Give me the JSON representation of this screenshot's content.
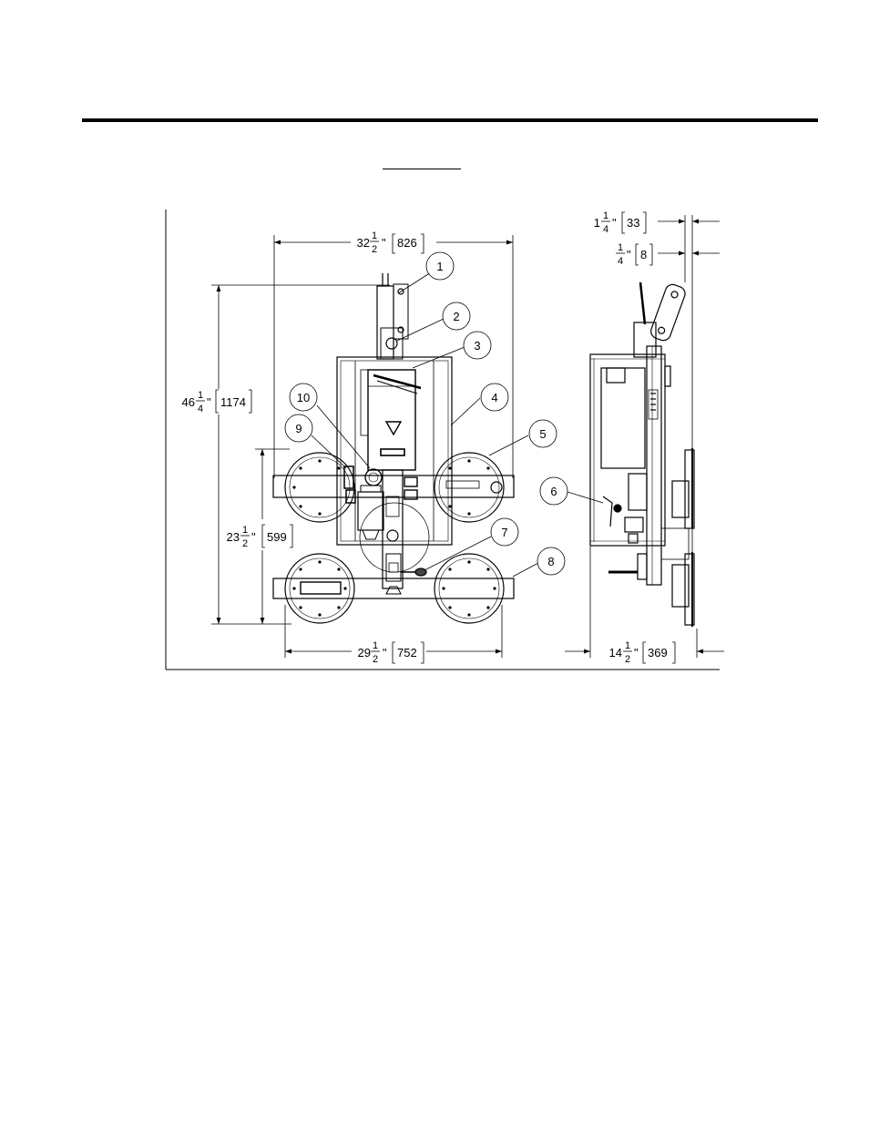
{
  "dimensions": {
    "top_width": {
      "whole": "32",
      "num": "1",
      "den": "2",
      "inch": "\"",
      "mm": "826"
    },
    "height": {
      "whole": "46",
      "num": "1",
      "den": "4",
      "inch": "\"",
      "mm": "1174"
    },
    "pad_spacing": {
      "whole": "23",
      "num": "1",
      "den": "2",
      "inch": "\"",
      "mm": "599"
    },
    "bottom_width": {
      "whole": "29",
      "num": "1",
      "den": "2",
      "inch": "\"",
      "mm": "752"
    },
    "side_depth": {
      "whole": "14",
      "num": "1",
      "den": "2",
      "inch": "\"",
      "mm": "369"
    },
    "pad_offset_a": {
      "whole": "1",
      "num": "1",
      "den": "4",
      "inch": "\"",
      "mm": "33"
    },
    "pad_offset_b": {
      "whole": "",
      "num": "1",
      "den": "4",
      "inch": "\"",
      "mm": "8"
    }
  },
  "callouts": [
    "1",
    "2",
    "3",
    "4",
    "5",
    "6",
    "7",
    "8",
    "9",
    "10"
  ]
}
